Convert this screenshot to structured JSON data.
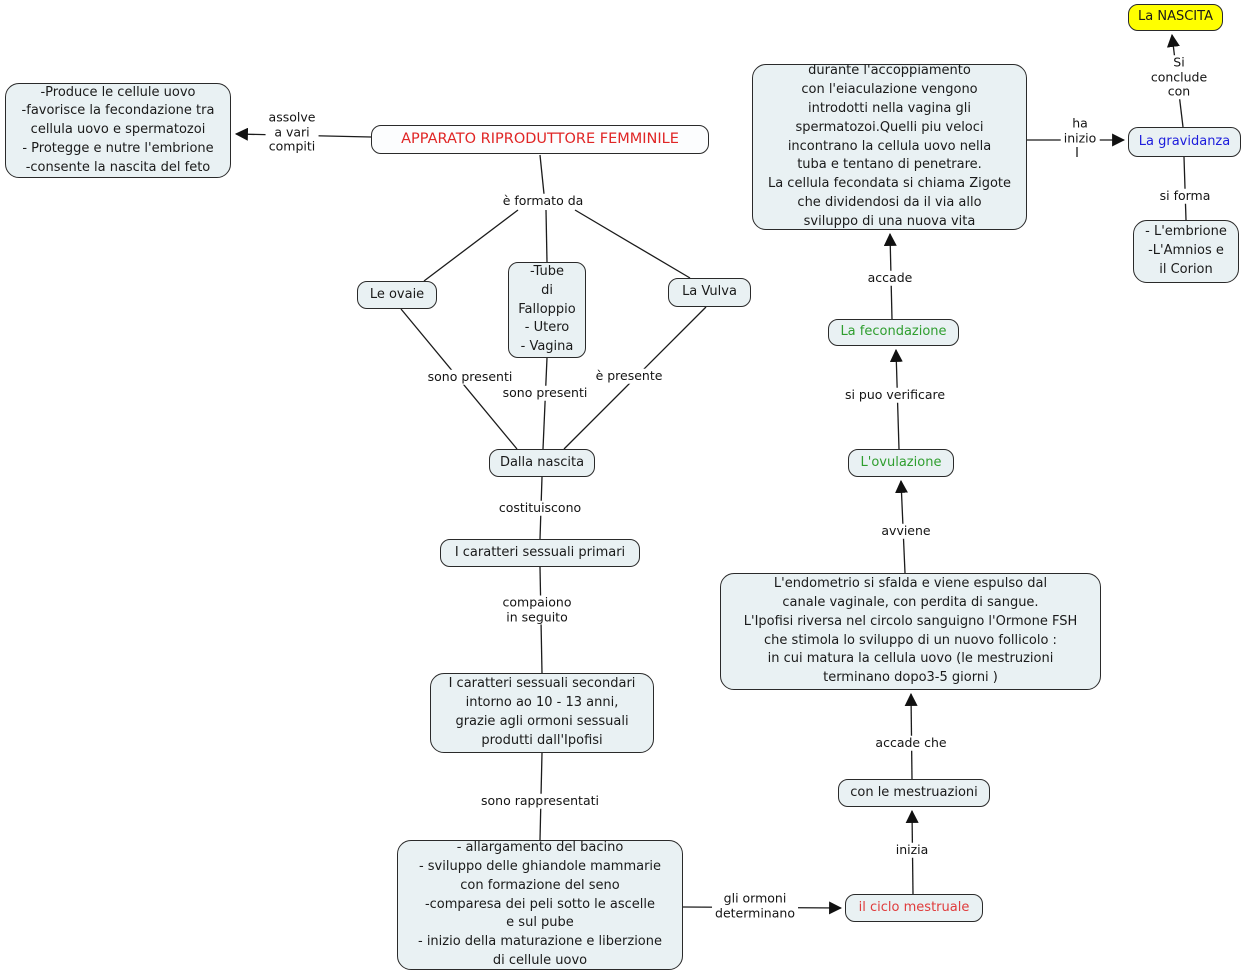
{
  "map_title": "APPARATO RIPRODUTTORE FEMMINILE",
  "colors": {
    "node_fill": "#e9f1f3",
    "node_border": "#2a2a2a",
    "highlight_yellow": "#ffff00",
    "red_text": "#e02525",
    "green_text": "#2f9e2f",
    "blue_text": "#1c1cdc",
    "line": "#1b1b1b"
  },
  "nodes": {
    "compiti": {
      "label": "-Produce le cellule uovo\n-favorisce la fecondazione tra\ncellula uovo e spermatozoi\n- Protegge e nutre l'embrione\n-consente la nascita del feto"
    },
    "title": {
      "label": "APPARATO RIPRODUTTORE FEMMINILE"
    },
    "ovaie": {
      "label": "Le ovaie"
    },
    "tube": {
      "label": "-Tube\ndi\nFalloppio\n- Utero\n- Vagina"
    },
    "vulva": {
      "label": "La Vulva"
    },
    "dalla_nascita": {
      "label": "Dalla nascita"
    },
    "primari": {
      "label": "I caratteri sessuali primari"
    },
    "secondari": {
      "label": "I caratteri sessuali secondari\nintorno ao 10 - 13 anni,\ngrazie agli ormoni sessuali\nprodutti dall'Ipofisi"
    },
    "rappresentati": {
      "label": "- allargamento del bacino\n- sviluppo delle ghiandole mammarie\ncon formazione del seno\n-comparesa dei peli sotto le ascelle\ne sul pube\n- inizio della maturazione e liberzione\ndi cellule uovo"
    },
    "ciclo": {
      "label": "il ciclo mestruale"
    },
    "mestruazioni": {
      "label": "con le mestruazioni"
    },
    "endometrio": {
      "label": "L'endometrio si sfalda e viene espulso dal\ncanale vaginale, con perdita di sangue.\nL'Ipofisi riversa nel circolo sanguigno l'Ormone FSH\nche stimola lo sviluppo di un nuovo follicolo :\nin cui matura la cellula uovo (le mestruzioni\nterminano dopo3-5 giorni )"
    },
    "ovulazione": {
      "label": "L'ovulazione"
    },
    "fecondazione": {
      "label": "La fecondazione"
    },
    "accoppiamento": {
      "label": "durante l'accoppiamento\ncon l'eiaculazione vengono\nintrodotti nella vagina gli\nspermatozoi.Quelli piu veloci\nincontrano la cellula uovo nella\ntuba e tentano di penetrare.\nLa cellula fecondata si chiama Zigote\nche dividendosi da il via allo\nsviluppo di una nuova vita"
    },
    "gravidanza": {
      "label": "La gravidanza"
    },
    "nascita": {
      "label": "La NASCITA"
    },
    "embrione": {
      "label": "- L'embrione\n-L'Amnios e\nil Corion"
    }
  },
  "edge_labels": {
    "assolve": "assolve\na vari\ncompiti",
    "formato": "è formato da",
    "sono_presenti_1": "sono presenti",
    "sono_presenti_2": "sono presenti",
    "e_presente": "è presente",
    "costituiscono": "costituiscono",
    "compaiono": "compaiono\nin seguito",
    "sono_rappresentati": "sono rappresentati",
    "gli_ormoni": "gli ormoni\ndeterminano",
    "inizia": "inizia",
    "accade_che": "accade che",
    "avviene": "avviene",
    "si_puo": "si puo verificare",
    "accade": "accade",
    "ha_inizio": "ha\ninizio",
    "si_conclude": "Si conclude con",
    "si_forma": "si forma"
  }
}
